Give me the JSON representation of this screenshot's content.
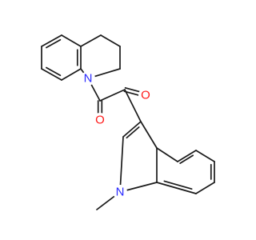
{
  "molecule": {
    "colors": {
      "bond": "#1a1a1a",
      "N": "#2a2aff",
      "O": "#ff1a1a",
      "background": "#ffffff"
    },
    "atom_labels": {
      "n_quinoline": "N",
      "o_left": "O",
      "o_right": "O",
      "n_indole": "N"
    }
  }
}
